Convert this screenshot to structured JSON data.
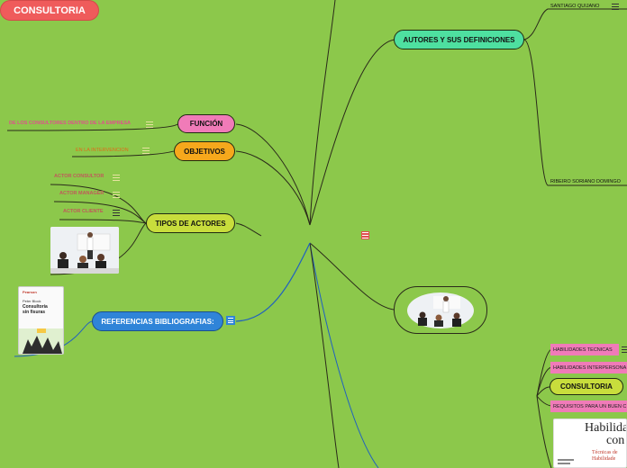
{
  "central": {
    "label": "CONSULTORIA",
    "note_icon": "note-icon"
  },
  "autores": {
    "label": "AUTORES Y SUS DEFINICIONES",
    "items": [
      "SANTIAGO QUIJANO",
      "RIBEIRO SORIANO DOMINGO"
    ]
  },
  "funcion": {
    "label": "FUNCIÓN",
    "leaf": "DE LOS CONSULTORES DENTRO DE LA EMPRESA"
  },
  "objetivos": {
    "label": "OBJETIVOS",
    "leaf": "EN LA INTERVENCIÓN"
  },
  "tipos": {
    "label": "TIPOS DE ACTORES",
    "items": [
      "ACTOR CONSULTOR",
      "ACTOR MANAGER",
      "ACTOR CLIENTE"
    ]
  },
  "referencias": {
    "label": "REFERENCIAS BIBLIOGRAFIAS:"
  },
  "book": {
    "publisher": "Pearson",
    "author": "Peter Block",
    "title_line1": "Consultoría",
    "title_line2": "sin fisuras"
  },
  "right_cluster": {
    "items": [
      "HABILIDADES TECNICAS",
      "HABILIDADES INTERPERSONA"
    ],
    "consultoria_label": "CONSULTORIA",
    "requisitos": "REQUISITOS PARA UN BUEN C",
    "slide_title_1": "Habilida",
    "slide_title_2": "con",
    "slide_sub_1": "Técnicas de",
    "slide_sub_2": "Habilidade"
  },
  "colors": {
    "background": "#8cc84b",
    "central": "#ef5b5b",
    "autores": "#4ee0a0",
    "funcion": "#f07bb8",
    "objetivos": "#f6a81c",
    "tipos": "#c8dd3c",
    "referencias": "#2f84d8"
  }
}
